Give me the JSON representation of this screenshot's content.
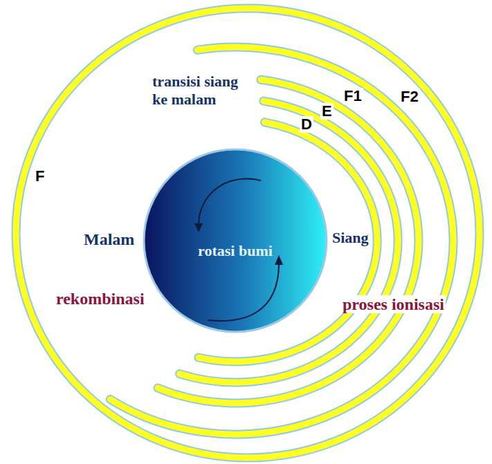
{
  "diagram": {
    "nodes": [
      {
        "text": [
          "rotasi bumi"
        ]
      }
    ],
    "labels": [
      "transisi siang ke malam",
      "D",
      "E",
      "F1",
      "F2",
      "F",
      "Malam",
      "Siang",
      "rekombinasi",
      "proses ionisasi"
    ]
  }
}
